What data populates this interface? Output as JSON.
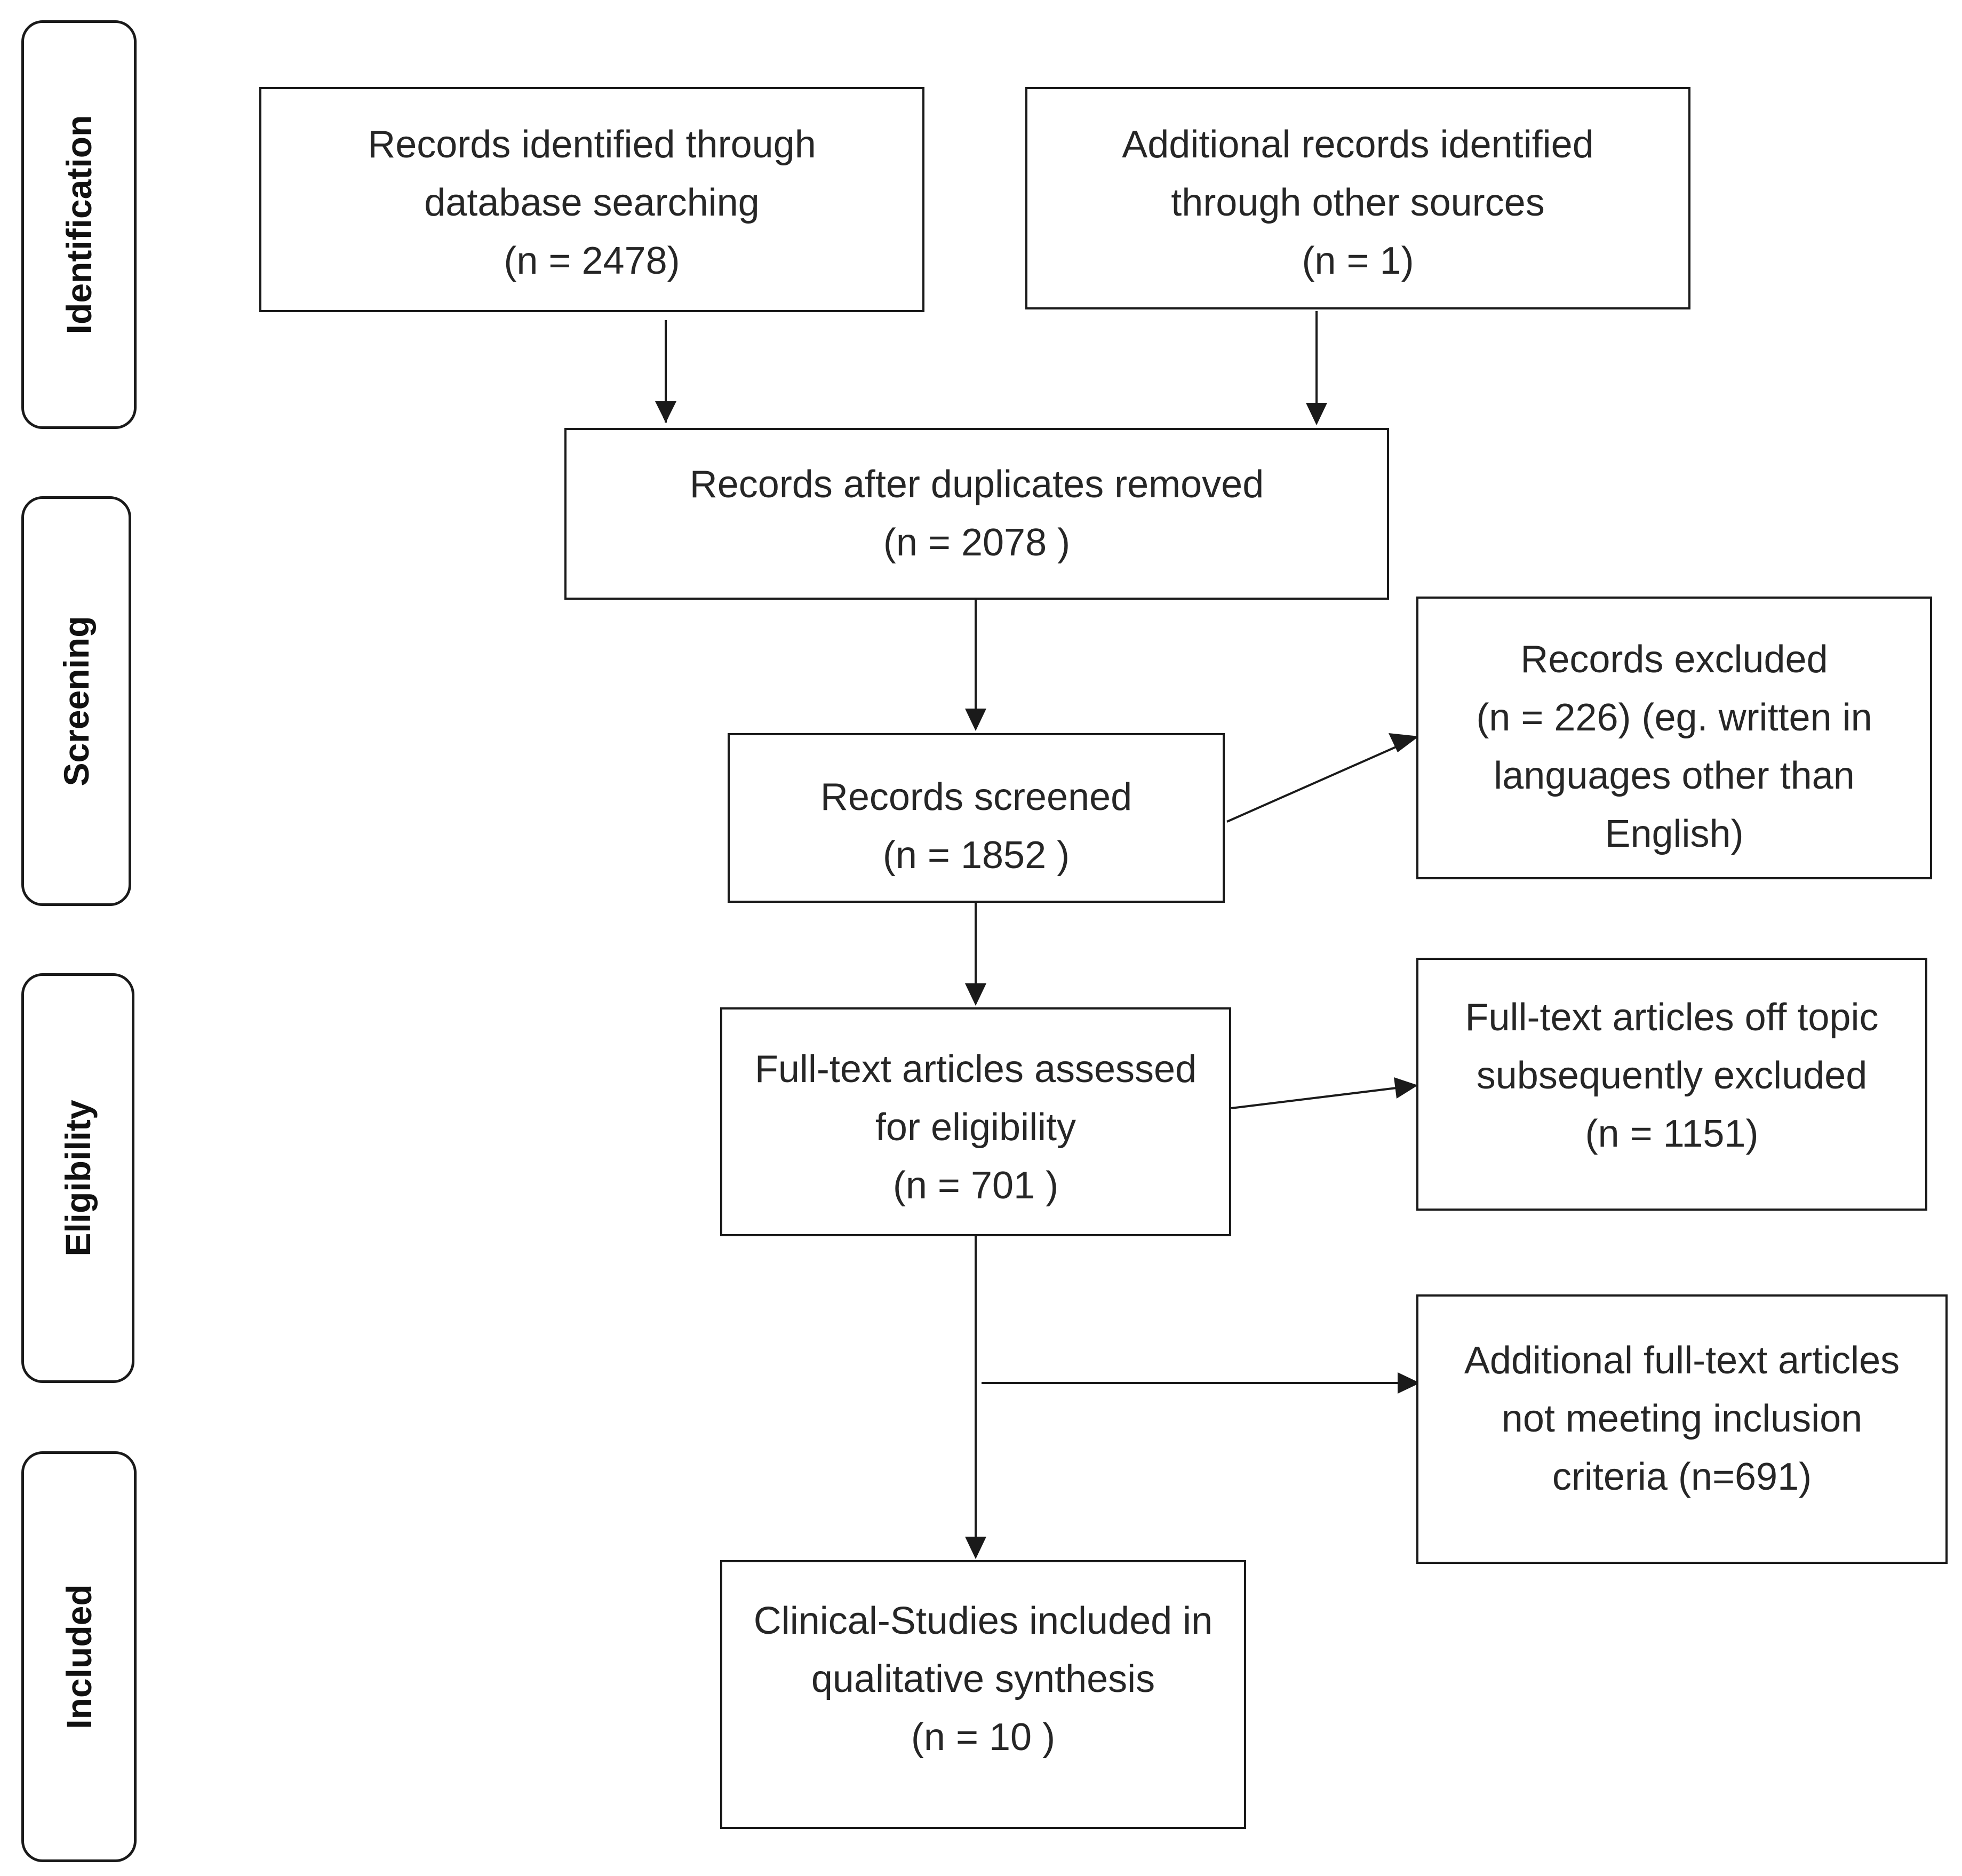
{
  "stages": {
    "identification": "Identification",
    "screening": "Screening",
    "eligibility": "Eligibility",
    "included": "Included"
  },
  "boxes": {
    "database_search": {
      "lines": [
        "Records identified through",
        "database searching",
        "(n = 2478)"
      ],
      "count": 2478
    },
    "other_sources": {
      "lines": [
        "Additional records identified",
        "through other sources",
        "(n = 1)"
      ],
      "count": 1
    },
    "duplicates_removed": {
      "lines": [
        "Records after duplicates removed",
        "(n = 2078 )"
      ],
      "count": 2078
    },
    "records_screened": {
      "lines": [
        "Records screened",
        "(n = 1852 )"
      ],
      "count": 1852
    },
    "records_excluded": {
      "lines": [
        "Records excluded",
        "(n = 226) (eg. written in",
        "languages other than",
        "English)"
      ],
      "count": 226
    },
    "fulltext_assessed": {
      "lines": [
        "Full-text articles assessed",
        "for eligibility",
        "(n = 701 )"
      ],
      "count": 701
    },
    "off_topic_excluded": {
      "lines": [
        "Full-text articles  off topic",
        "subsequently excluded",
        "(n = 1151)"
      ],
      "count": 1151
    },
    "not_meeting_criteria": {
      "lines": [
        "Additional full-text articles",
        "not meeting inclusion",
        "criteria (n=691)"
      ],
      "count": 691
    },
    "studies_included": {
      "lines": [
        "Clinical-Studies included in",
        "qualitative synthesis",
        "(n = 10 )"
      ],
      "count": 10
    }
  },
  "colors": {
    "line": "#1a1a1a",
    "text": "#262626",
    "background": "#ffffff"
  }
}
